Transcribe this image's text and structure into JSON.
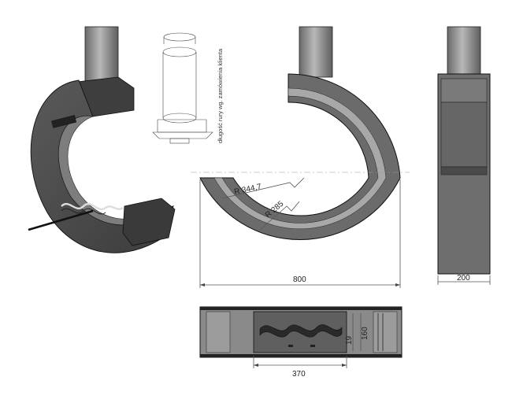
{
  "annotations": {
    "pipe_note": "długość rury wg. zamówienia klienta"
  },
  "dimensions": {
    "outer_radius": "R 344,7",
    "inner_radius": "R 285",
    "width_front": "800",
    "depth_side": "200",
    "burner_width": "370",
    "burner_height": "160",
    "burner_inner": "19"
  },
  "colors": {
    "body_dark": "#4a4a4a",
    "body_mid": "#6e6e6e",
    "body_light": "#9a9a9a",
    "pipe": "#8c8c8c",
    "line": "#111111"
  }
}
